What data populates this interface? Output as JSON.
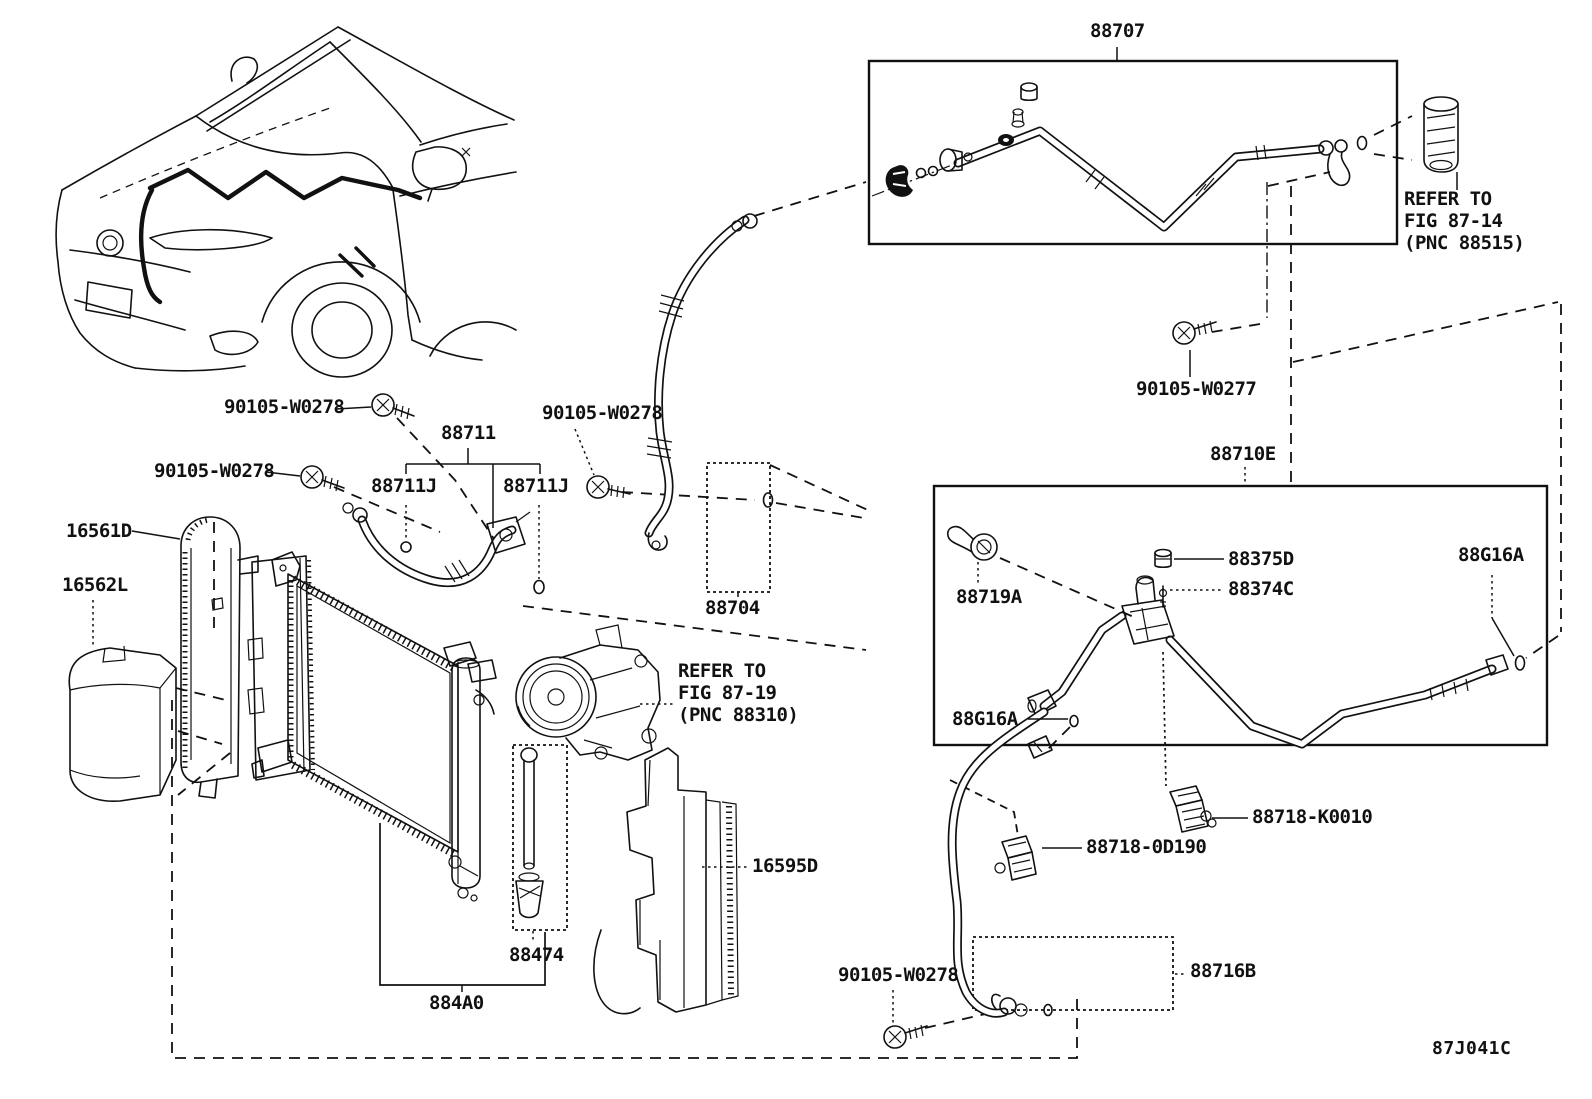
{
  "doc": {
    "type": "parts-exploded-diagram",
    "topic": "A/C piping, condenser and compressor mounting",
    "diagram_code": "87J041C",
    "ink_color": "#111111",
    "background_color": "#ffffff"
  },
  "labels": {
    "p88707": {
      "text": "88707"
    },
    "refer_fig_87_14": {
      "text": "REFER TO\nFIG 87-14\n(PNC 88515)"
    },
    "b90105_w0277": {
      "text": "90105-W0277"
    },
    "p88710e": {
      "text": "88710E"
    },
    "p88719a": {
      "text": "88719A"
    },
    "p88375d": {
      "text": "88375D"
    },
    "p88374c": {
      "text": "88374C"
    },
    "p88g16a_right": {
      "text": "88G16A"
    },
    "p88g16a_left": {
      "text": "88G16A"
    },
    "p88718_k0010": {
      "text": "88718-K0010"
    },
    "p88718_0d190": {
      "text": "88718-0D190"
    },
    "b90105_w0278_bottom": {
      "text": "90105-W0278"
    },
    "p88716b": {
      "text": "88716B"
    },
    "b90105_w0278_car": {
      "text": "90105-W0278"
    },
    "p88711": {
      "text": "88711"
    },
    "b90105_w0278_left": {
      "text": "90105-W0278"
    },
    "p88711j_left": {
      "text": "88711J"
    },
    "p88711j_right": {
      "text": "88711J"
    },
    "b90105_w0278_mid": {
      "text": "90105-W0278"
    },
    "p16561d": {
      "text": "16561D"
    },
    "p16562l": {
      "text": "16562L"
    },
    "p88704": {
      "text": "88704"
    },
    "refer_fig_87_19": {
      "text": "REFER TO\nFIG 87-19\n(PNC 88310)"
    },
    "p16595d": {
      "text": "16595D"
    },
    "p88474": {
      "text": "88474"
    },
    "p884a0": {
      "text": "884A0"
    },
    "diagram_code": {
      "text": "87J041C"
    }
  }
}
